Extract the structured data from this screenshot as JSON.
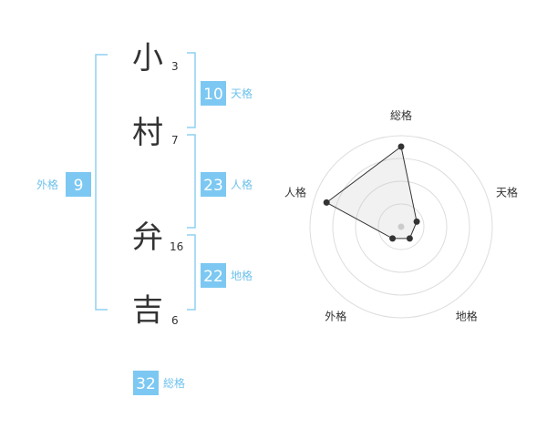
{
  "name": {
    "characters": [
      {
        "char": "小",
        "strokes": "3"
      },
      {
        "char": "村",
        "strokes": "7"
      },
      {
        "char": "弁",
        "strokes": "16"
      },
      {
        "char": "吉",
        "strokes": "6"
      }
    ]
  },
  "kakusu": {
    "tenkaku": {
      "value": "10",
      "label": "天格"
    },
    "jinkaku": {
      "value": "23",
      "label": "人格"
    },
    "chikaku": {
      "value": "22",
      "label": "地格"
    },
    "gaikaku": {
      "value": "9",
      "label": "外格"
    },
    "soukaku": {
      "value": "32",
      "label": "総格"
    }
  },
  "colors": {
    "badge": "#7cc8f2",
    "label": "#6ec2ec",
    "bracket": "#8fd0f0",
    "text": "#333333"
  },
  "chart_data": {
    "type": "radar",
    "axes": [
      "総格",
      "天格",
      "地格",
      "外格",
      "人格"
    ],
    "scale_max": 5,
    "rings": 4,
    "values": [
      4.4,
      0.9,
      0.8,
      0.8,
      4.3
    ]
  }
}
